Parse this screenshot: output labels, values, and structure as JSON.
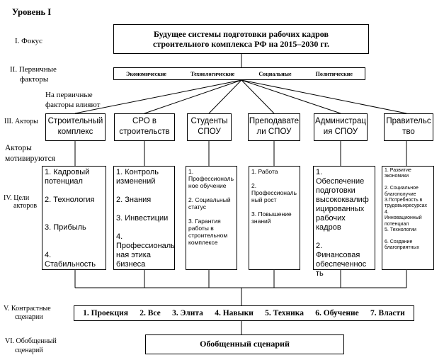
{
  "level": "Уровень I",
  "left_labels": {
    "focus": "I. Фокус",
    "primary_factors_line1": "II. Первичные",
    "primary_factors_line2": "факторы",
    "influence_line1": "На первичные",
    "influence_line2": "факторы влияют",
    "actors": "III. Акторы",
    "motivated_line1": "Акторы",
    "motivated_line2": "мотивируются",
    "goals_line1": "IV. Цели",
    "goals_line2": "акторов",
    "contrast_line1": "V. Контрастные",
    "contrast_line2": "сценарии",
    "general_line1": "VI. Обобщенный",
    "general_line2": "сценарий"
  },
  "focus_box": {
    "line1": "Будущее системы подготовки рабочих кадров",
    "line2": "строительного комплекса РФ на 2015–2030 гг."
  },
  "factors": [
    "Экономические",
    "Технологические",
    "Социальные",
    "Политические"
  ],
  "actors": [
    {
      "line1": "Строительный",
      "line2": "комплекс"
    },
    {
      "line1": "СРО в",
      "line2": "строительств"
    },
    {
      "line1": "Студенты",
      "line2": "СПОУ"
    },
    {
      "line1": "Преподавате",
      "line2": "ли СПОУ"
    },
    {
      "line1": "Администрац",
      "line2": "ия СПОУ"
    },
    {
      "line1": "Правительс",
      "line2": "тво"
    }
  ],
  "goals": [
    "1. Кадровый\nпотенциал\n\n2. Технология\n\n\n3. Прибыль\n\n\n4.\nСтабильность",
    "1. Контроль\nизменений\n\n2. Знания\n\n3. Инвестиции\n\n4.\nПрофессиональ\nная этика\nбизнеса",
    "1.\nПрофессиональ\nное обучение\n\n2. Социальный\nстатус\n\n3. Гарантия\nработы в\nстроительном\nкомплексе",
    "1. Работа\n\n2.\nПрофессиональ\nный рост\n\n3. Повышение\nзнаний",
    "1. Обеспечение\nподготовки\nвысококвалиф\nицированных\nрабочих кадров\n\n2.\nФинансовая\nобеспеченнос\nть",
    "1. Развитие\nэкономики\n\n2. Социальное\nблагополучие\n3.Потребность в\nтрудовыхресурсах\n4.\nИнновационный\nпотенциал\n5. Технологии\n\n6. Создание\nблагоприятных"
  ],
  "scenarios": [
    "1. Проекция",
    "2. Все",
    "3. Элита",
    "4. Навыки",
    "5. Техника",
    "6. Обучение",
    "7. Власти"
  ],
  "general_scenario": "Обобщенный сценарий"
}
